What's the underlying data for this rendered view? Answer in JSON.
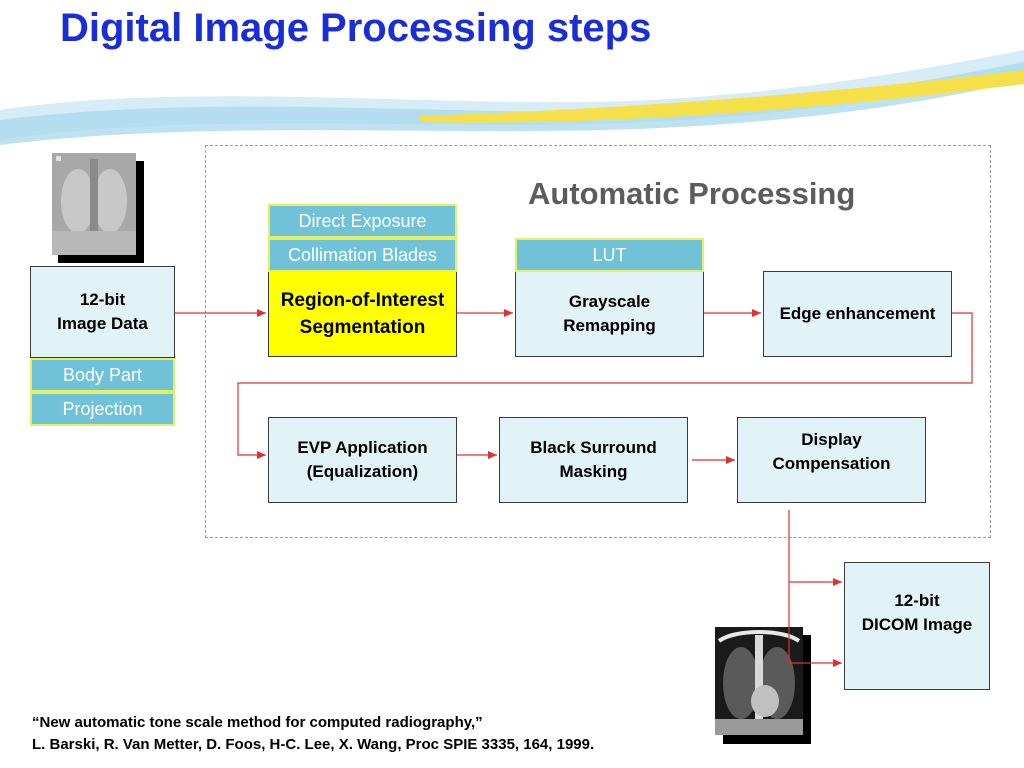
{
  "title": "Digital Image Processing steps",
  "region_label": "Automatic Processing",
  "nodes": {
    "input": "12-bit\nImage Data",
    "roi": "Region-of-Interest\nSegmentation",
    "grayscale": "Grayscale\nRemapping",
    "edge": "Edge enhancement",
    "evp": "EVP Application\n(Equalization)",
    "black_surround": "Black Surround\nMasking",
    "display": "Display\nCompensation",
    "output": "12-bit\nDICOM Image"
  },
  "tags": {
    "direct_exposure": "Direct Exposure",
    "collimation": "Collimation Blades",
    "lut": "LUT",
    "body_part": "Body Part",
    "projection": "Projection"
  },
  "citation": {
    "line1": "“New automatic tone scale method for computed radiography,”",
    "line2": "L. Barski, R. Van Metter, D. Foos, H-C. Lee, X. Wang, Proc SPIE 3335, 164, 1999."
  },
  "colors": {
    "title": "#1a2ed8",
    "box_fill": "#e2f3f8",
    "tag_fill": "#70c2d8",
    "highlight": "#ffff00",
    "arrow": "#e03030"
  }
}
